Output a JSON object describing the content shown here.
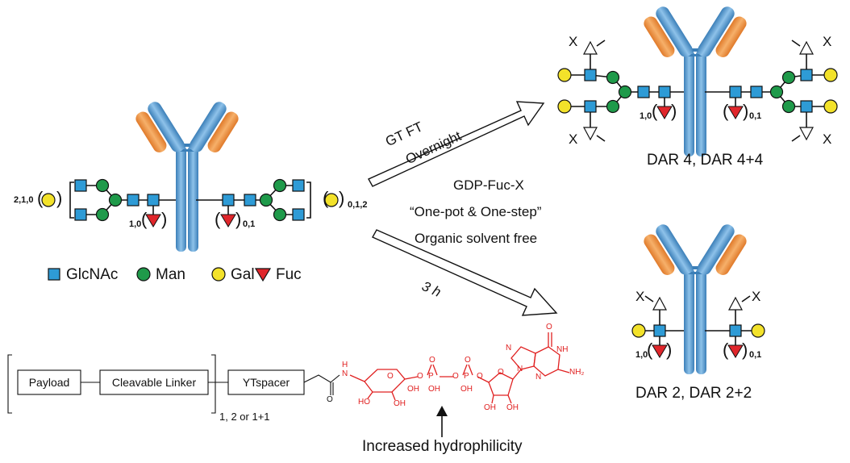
{
  "legend": {
    "glcnac": "GlcNAc",
    "man": "Man",
    "gal": "Gal",
    "fuc": "Fuc"
  },
  "arrow_top": {
    "line1": "GT  FT",
    "line2": "Overnight"
  },
  "conditions": {
    "reagent": "GDP-Fuc-X",
    "one_pot": "“One-pot & One-step”",
    "solvent": "Organic solvent free"
  },
  "arrow_bottom": {
    "time": "3 h"
  },
  "products": {
    "top": "DAR 4, DAR 4+4",
    "bottom": "DAR 2, DAR 2+2"
  },
  "linker": {
    "payload": "Payload",
    "cleavable": "Cleavable Linker",
    "spacer": "YTspacer",
    "multiplicity": "1, 2 or 1+1"
  },
  "hydrophilicity": "Increased hydrophilicity",
  "chem": {
    "N": "N",
    "H": "H",
    "O": "O",
    "P": "P",
    "OH": "OH",
    "HO": "HO",
    "NH": "NH",
    "NH2": "NH₂"
  },
  "glycan_indices": {
    "left_gal": "2,1,0",
    "right_gal": "0,1,2",
    "fuc_left": "1,0",
    "fuc_right": "0,1"
  },
  "product_labels": {
    "x": "X",
    "fuc_left": "1,0",
    "fuc_right": "0,1"
  },
  "colors": {
    "glcnac": "#2e9bd6",
    "man": "#1f9a4a",
    "gal": "#f3e22a",
    "fuc": "#e0262b",
    "antibody": "#5b9ccf",
    "payload_region": "#e02020"
  }
}
